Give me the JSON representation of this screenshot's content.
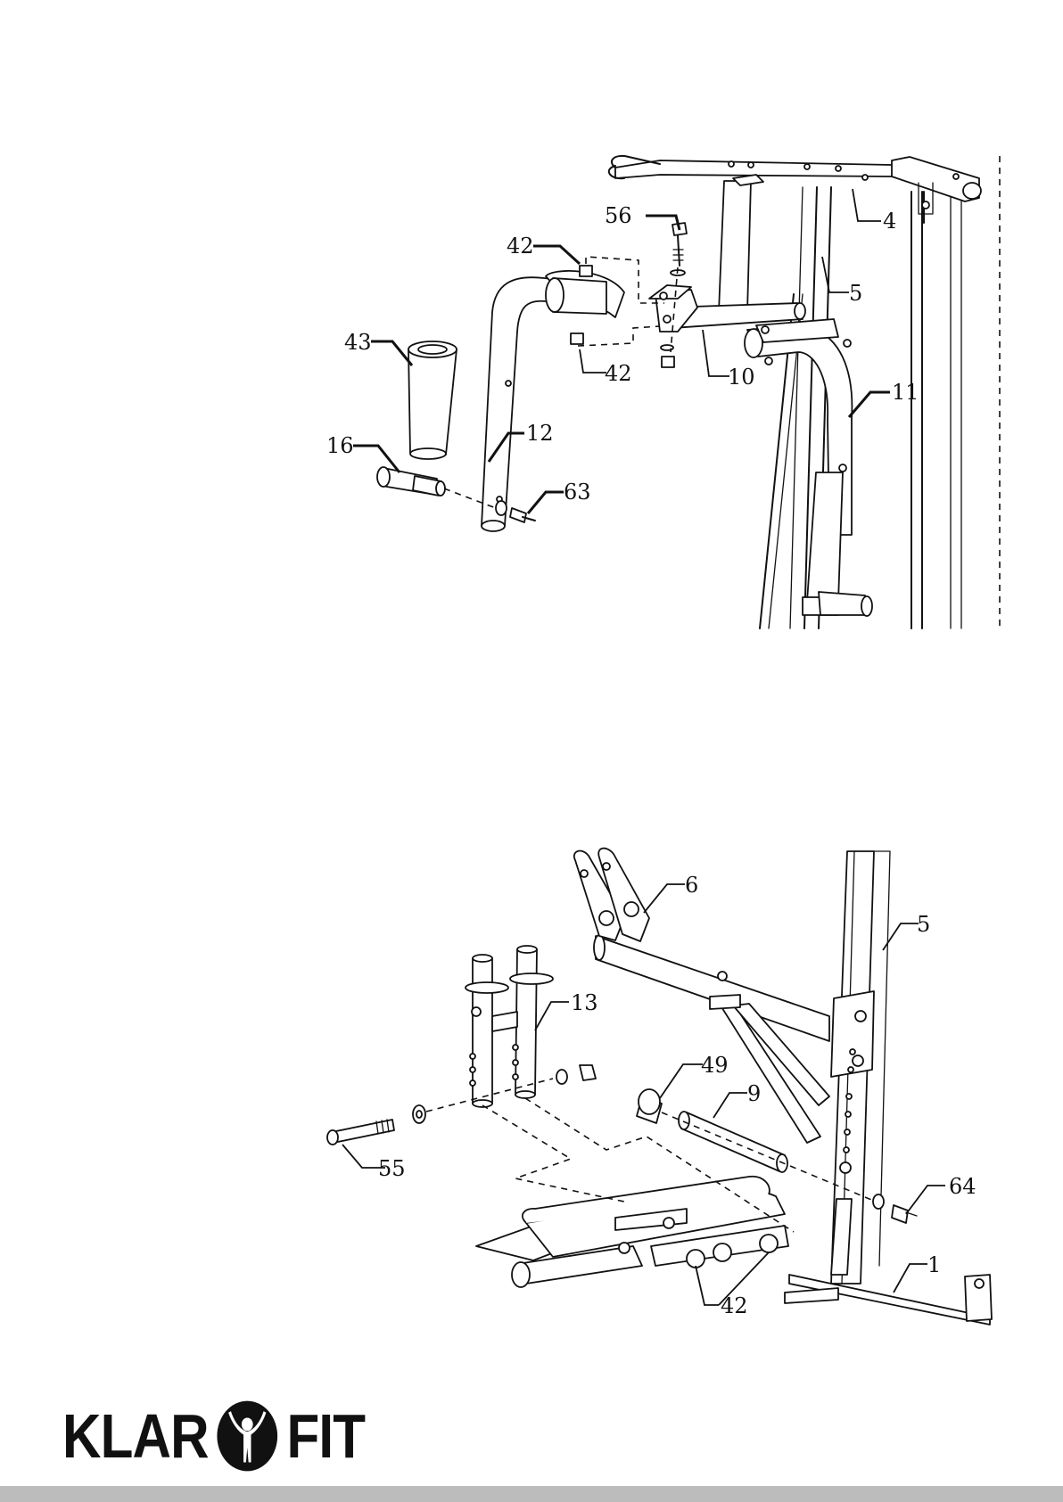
{
  "diagram_top": {
    "callouts": [
      {
        "id": "c-56",
        "label": "56"
      },
      {
        "id": "c-42a",
        "label": "42"
      },
      {
        "id": "c-4",
        "label": "4"
      },
      {
        "id": "c-5a",
        "label": "5"
      },
      {
        "id": "c-43",
        "label": "43"
      },
      {
        "id": "c-42b",
        "label": "42"
      },
      {
        "id": "c-10",
        "label": "10"
      },
      {
        "id": "c-11",
        "label": "11"
      },
      {
        "id": "c-12",
        "label": "12"
      },
      {
        "id": "c-16",
        "label": "16"
      },
      {
        "id": "c-63",
        "label": "63"
      }
    ]
  },
  "diagram_bottom": {
    "callouts": [
      {
        "id": "c-6",
        "label": "6"
      },
      {
        "id": "c-5b",
        "label": "5"
      },
      {
        "id": "c-13",
        "label": "13"
      },
      {
        "id": "c-49",
        "label": "49"
      },
      {
        "id": "c-9",
        "label": "9"
      },
      {
        "id": "c-55",
        "label": "55"
      },
      {
        "id": "c-64",
        "label": "64"
      },
      {
        "id": "c-1",
        "label": "1"
      },
      {
        "id": "c-42c",
        "label": "42"
      }
    ]
  },
  "brand": {
    "left": "KLAR",
    "right": "FIT",
    "emblem_icon": "person-arms-up-icon"
  },
  "colors": {
    "ink": "#111111",
    "footer_bar": "#bcbcbc"
  }
}
